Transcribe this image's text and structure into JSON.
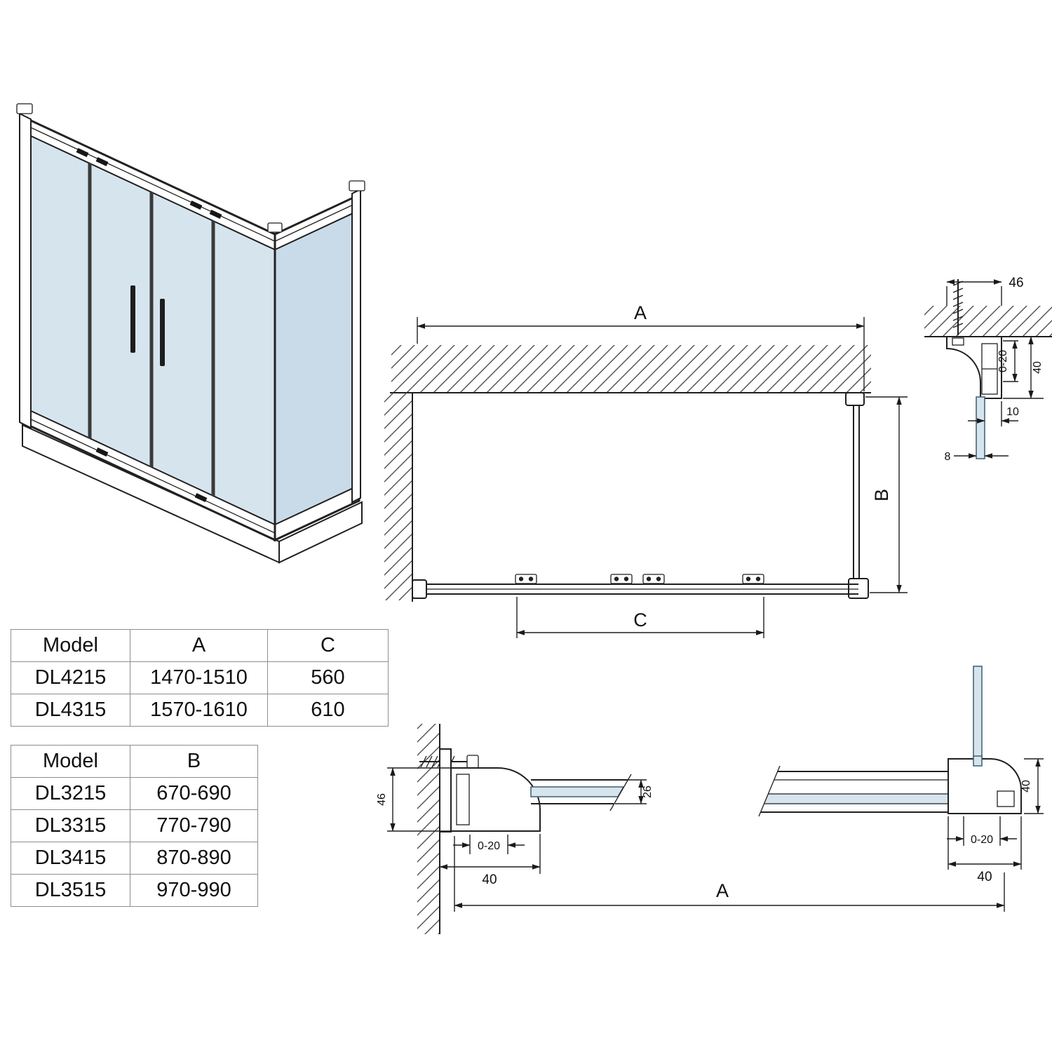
{
  "colors": {
    "line": "#1f1f1f",
    "glass": "#d6e4ee",
    "hatch": "#4d4d4d",
    "table_border": "#8a8f93"
  },
  "plan_view": {
    "dim_width": "A",
    "dim_depth": "B",
    "dim_opening": "C"
  },
  "detail_top_right": {
    "dim_profile_width": "46",
    "dim_adjust_range": "0-20",
    "dim_profile_height": "40",
    "dim_glass_offset": "10",
    "dim_glass_thickness": "8"
  },
  "detail_bottom_left": {
    "dim_profile_height": "46",
    "dim_channel_height": "26",
    "dim_adjust_range": "0-20",
    "dim_profile_depth": "40"
  },
  "detail_bottom_right": {
    "dim_profile_height": "40",
    "dim_adjust_range": "0-20",
    "dim_profile_depth": "40",
    "dim_overall_width": "A"
  },
  "tables": {
    "models_ac": {
      "headers": [
        "Model",
        "A",
        "C"
      ],
      "rows": [
        [
          "DL4215",
          "1470-1510",
          "560"
        ],
        [
          "DL4315",
          "1570-1610",
          "610"
        ]
      ]
    },
    "models_b": {
      "headers": [
        "Model",
        "B"
      ],
      "rows": [
        [
          "DL3215",
          "670-690"
        ],
        [
          "DL3315",
          "770-790"
        ],
        [
          "DL3415",
          "870-890"
        ],
        [
          "DL3515",
          "970-990"
        ]
      ]
    }
  }
}
